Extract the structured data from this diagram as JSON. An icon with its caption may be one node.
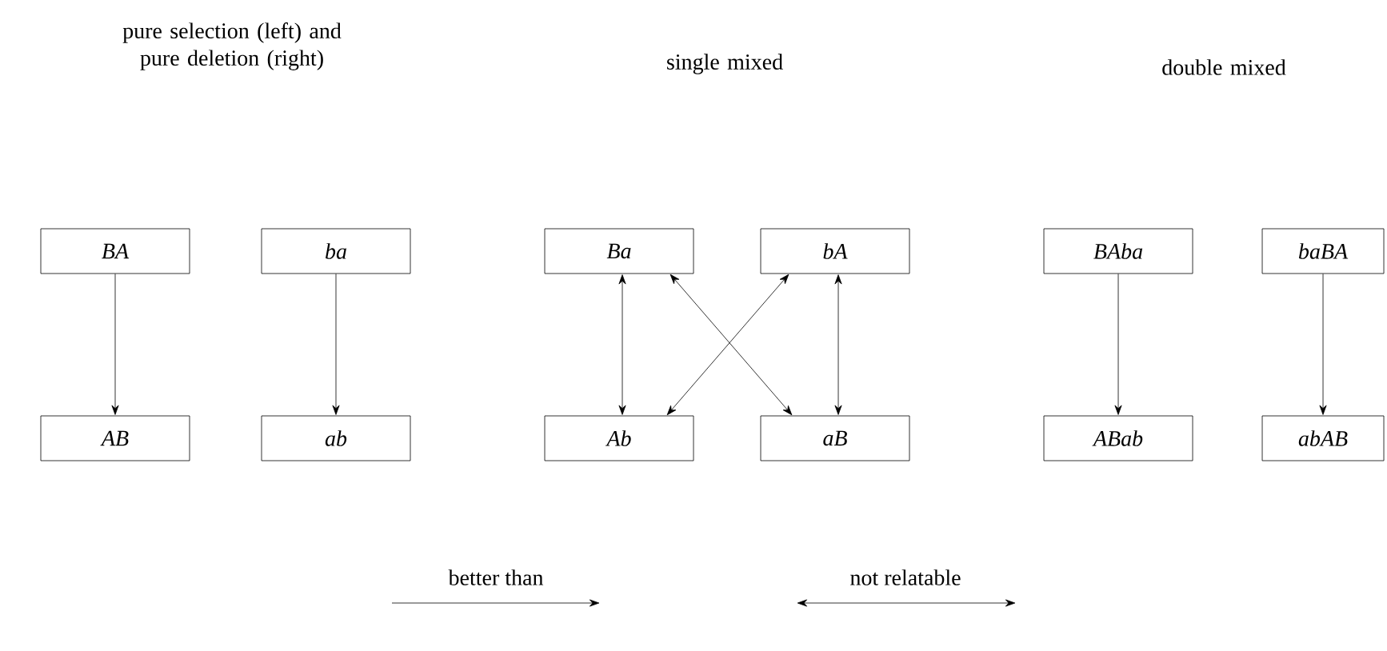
{
  "diagram": {
    "nodes": [
      {
        "text": [
          "BA"
        ]
      },
      {
        "text": [
          "AB"
        ]
      },
      {
        "text": [
          "ba"
        ]
      },
      {
        "text": [
          "ab"
        ]
      },
      {
        "text": [
          "Ba"
        ]
      },
      {
        "text": [
          "bA"
        ]
      },
      {
        "text": [
          "Ab"
        ]
      },
      {
        "text": [
          "aB"
        ]
      },
      {
        "text": [
          "BAba"
        ]
      },
      {
        "text": [
          "ABab"
        ]
      },
      {
        "text": [
          "baBA"
        ]
      },
      {
        "text": [
          "abAB"
        ]
      }
    ],
    "edges": [
      {
        "from": 0,
        "to": 1,
        "arrow": "to"
      },
      {
        "from": 2,
        "to": 3,
        "arrow": "to"
      },
      {
        "from": 4,
        "to": 6,
        "arrow": "both"
      },
      {
        "from": 4,
        "to": 7,
        "arrow": "both"
      },
      {
        "from": 5,
        "to": 6,
        "arrow": "both"
      },
      {
        "from": 5,
        "to": 7,
        "arrow": "both"
      },
      {
        "from": 8,
        "to": 9,
        "arrow": "to"
      },
      {
        "from": 10,
        "to": 11,
        "arrow": "to"
      }
    ],
    "labels": [
      "pure selection (left) and pure deletion (right)",
      "single mixed",
      "double mixed"
    ],
    "legend": [
      {
        "text": "better than"
      },
      {
        "text": "not relatable"
      }
    ]
  }
}
